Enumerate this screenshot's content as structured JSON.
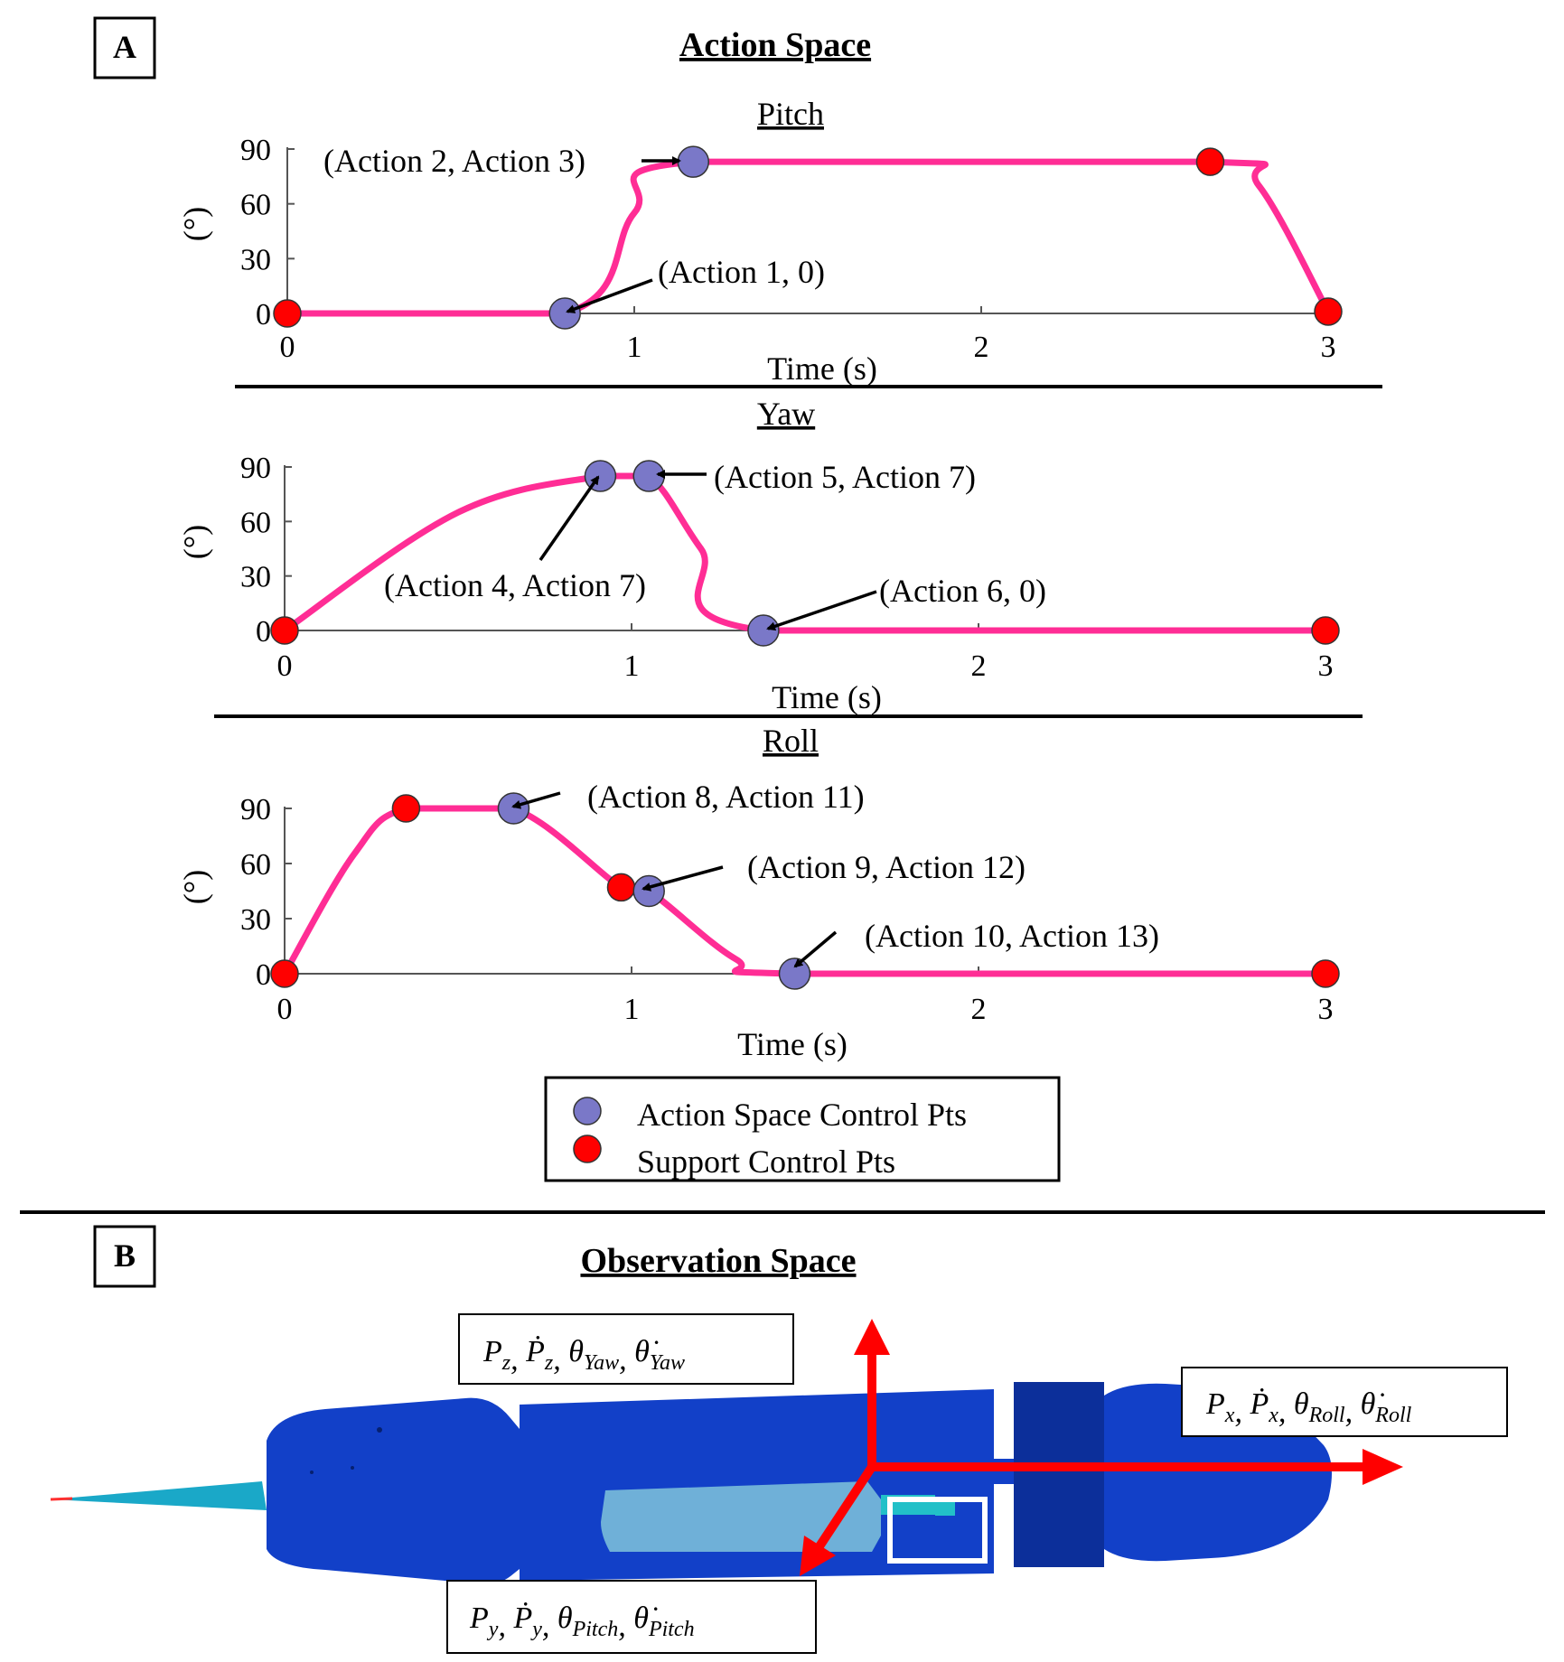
{
  "panel_a": {
    "letter": "A",
    "title": "Action Space"
  },
  "panel_b": {
    "letter": "B",
    "title": "Observation Space"
  },
  "colors": {
    "curve": "#ff2d95",
    "action_pt": "#7a78c8",
    "support_pt": "#ff0000",
    "body": "#1240c8",
    "body_dark": "#0c2f9a",
    "tail": "#1aa8c8",
    "arrow": "#ff0000"
  },
  "legend": {
    "action_label": "Action Space Control Pts",
    "support_label": "Support Control Pts"
  },
  "chart_data": [
    {
      "type": "line",
      "title": "Pitch",
      "xlabel": "Time (s)",
      "ylabel": "(°)",
      "xlim": [
        0,
        3
      ],
      "ylim": [
        0,
        90
      ],
      "xticks": [
        "0",
        "1",
        "2",
        "3"
      ],
      "yticks": [
        "0",
        "30",
        "60",
        "90"
      ],
      "curve": [
        [
          0,
          0
        ],
        [
          0.8,
          0
        ],
        [
          1.0,
          55
        ],
        [
          1.17,
          83
        ],
        [
          2.66,
          83
        ],
        [
          2.8,
          70
        ],
        [
          3.0,
          1
        ]
      ],
      "points": [
        {
          "x": 0,
          "y": 0,
          "kind": "support"
        },
        {
          "x": 0.8,
          "y": 0,
          "kind": "action"
        },
        {
          "x": 1.17,
          "y": 83,
          "kind": "action"
        },
        {
          "x": 2.66,
          "y": 83,
          "kind": "support"
        },
        {
          "x": 3.0,
          "y": 1,
          "kind": "support"
        }
      ],
      "annotations": [
        "(Action 2, Action 3)",
        "(Action 1, 0)"
      ]
    },
    {
      "type": "line",
      "title": "Yaw",
      "xlabel": "Time (s)",
      "ylabel": "(°)",
      "xlim": [
        0,
        3
      ],
      "ylim": [
        0,
        90
      ],
      "xticks": [
        "0",
        "1",
        "2",
        "3"
      ],
      "yticks": [
        "0",
        "30",
        "60",
        "90"
      ],
      "curve": [
        [
          0,
          0
        ],
        [
          0.5,
          65
        ],
        [
          0.91,
          85
        ],
        [
          1.05,
          85
        ],
        [
          1.2,
          45
        ],
        [
          1.38,
          0
        ],
        [
          3.0,
          0
        ]
      ],
      "points": [
        {
          "x": 0,
          "y": 0,
          "kind": "support"
        },
        {
          "x": 0.91,
          "y": 85,
          "kind": "action"
        },
        {
          "x": 1.05,
          "y": 85,
          "kind": "action"
        },
        {
          "x": 1.38,
          "y": 0,
          "kind": "action"
        },
        {
          "x": 3.0,
          "y": 0,
          "kind": "support"
        }
      ],
      "annotations": [
        "(Action 5, Action 7)",
        "(Action 4, Action 7)",
        "(Action 6, 0)"
      ]
    },
    {
      "type": "line",
      "title": "Roll",
      "xlabel": "Time (s)",
      "ylabel": "(°)",
      "xlim": [
        0,
        3
      ],
      "ylim": [
        0,
        90
      ],
      "xticks": [
        "0",
        "1",
        "2",
        "3"
      ],
      "yticks": [
        "0",
        "30",
        "60",
        "90"
      ],
      "curve": [
        [
          0,
          0
        ],
        [
          0.2,
          65
        ],
        [
          0.35,
          90
        ],
        [
          0.66,
          90
        ],
        [
          0.97,
          47
        ],
        [
          1.05,
          45
        ],
        [
          1.3,
          8
        ],
        [
          1.47,
          0
        ],
        [
          3.0,
          0
        ]
      ],
      "points": [
        {
          "x": 0,
          "y": 0,
          "kind": "support"
        },
        {
          "x": 0.35,
          "y": 90,
          "kind": "support"
        },
        {
          "x": 0.66,
          "y": 90,
          "kind": "action"
        },
        {
          "x": 0.97,
          "y": 47,
          "kind": "support"
        },
        {
          "x": 1.05,
          "y": 45,
          "kind": "action"
        },
        {
          "x": 1.47,
          "y": 0,
          "kind": "action"
        },
        {
          "x": 3.0,
          "y": 0,
          "kind": "support"
        }
      ],
      "annotations": [
        "(Action 8, Action 11)",
        "(Action 9, Action 12)",
        "(Action 10, Action 13)"
      ]
    }
  ],
  "observation": {
    "label_z": {
      "main": "P",
      "parts": [
        [
          "P",
          "z"
        ],
        [
          "Ṗ",
          "z"
        ],
        [
          "θ",
          "Yaw"
        ],
        [
          "θ̇",
          "Yaw"
        ]
      ]
    },
    "label_x": {
      "parts": [
        [
          "P",
          "x"
        ],
        [
          "Ṗ",
          "x"
        ],
        [
          "θ",
          "Roll"
        ],
        [
          "θ̇",
          "Roll"
        ]
      ]
    },
    "label_y": {
      "parts": [
        [
          "P",
          "y"
        ],
        [
          "Ṗ",
          "y"
        ],
        [
          "θ",
          "Pitch"
        ],
        [
          "θ̇",
          "Pitch"
        ]
      ]
    }
  }
}
